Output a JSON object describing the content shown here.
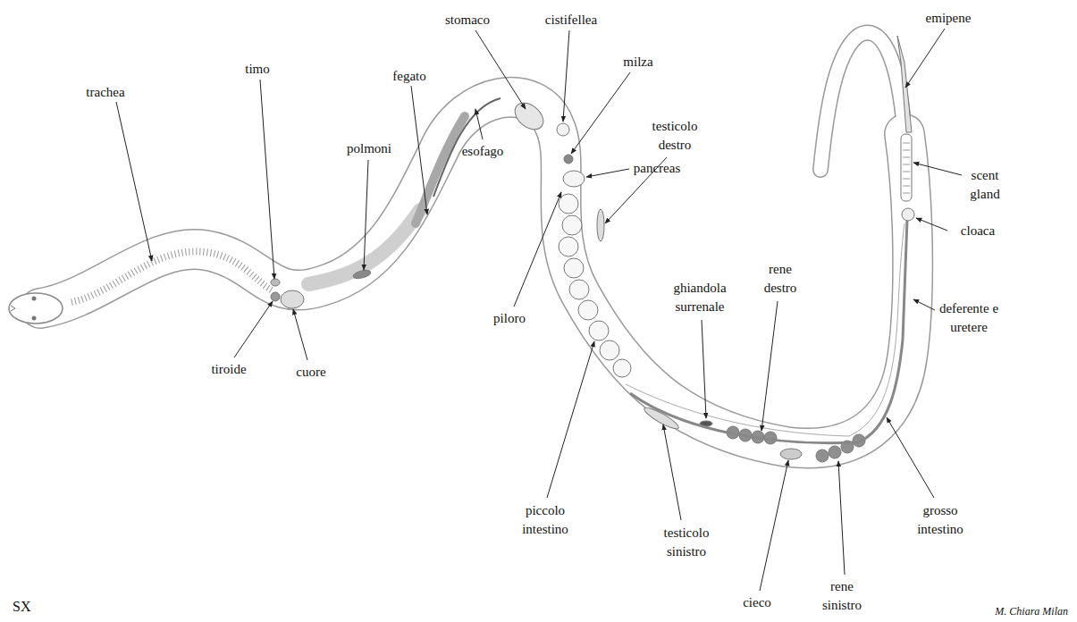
{
  "diagram": {
    "labels": [
      "trachea",
      "timo",
      "tiroide",
      "cuore",
      "polmoni",
      "fegato",
      "esofago",
      "stomaco",
      "cistifellea",
      "milza",
      "pancreas",
      "piloro",
      "piccolo intestino",
      "testicolo destro",
      "ghiandola surrenale",
      "rene destro",
      "testicolo sinistro",
      "cieco",
      "rene sinistro",
      "grosso intestino",
      "deferente e uretere",
      "cloaca",
      "scent gland",
      "emipene",
      "SX",
      "M. Chiara Milan"
    ]
  }
}
